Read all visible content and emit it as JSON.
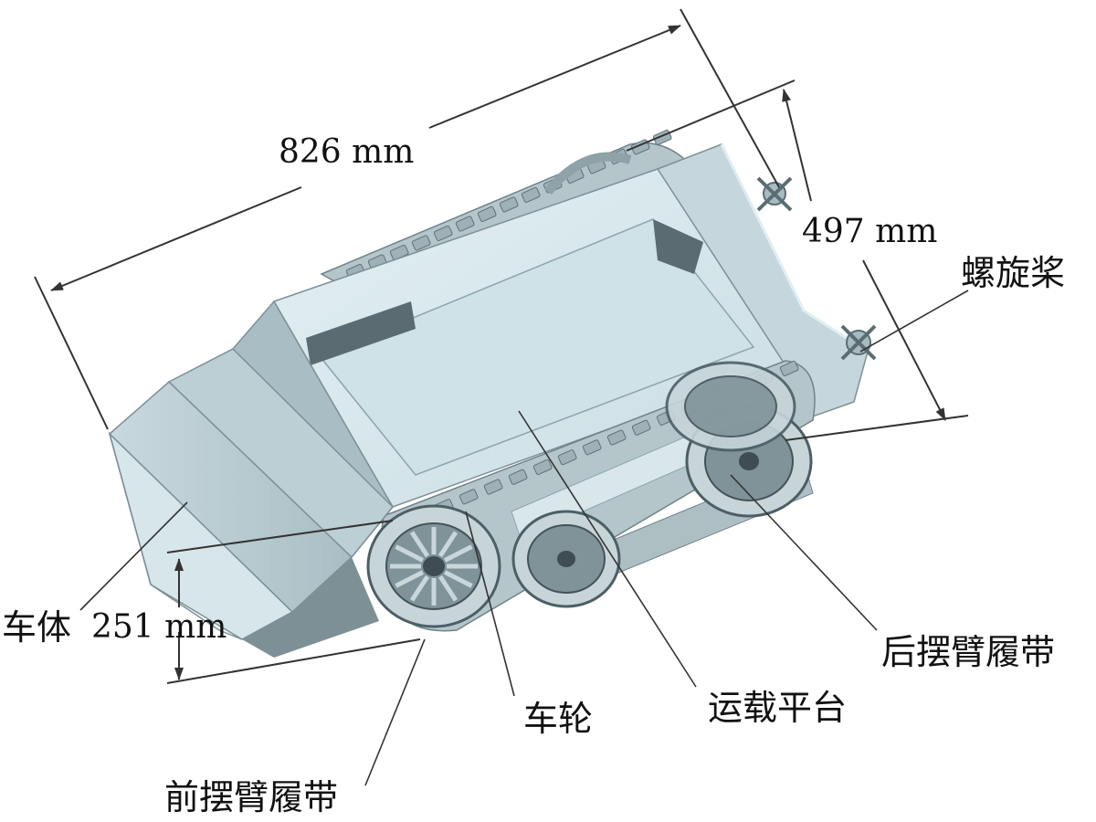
{
  "dimensions": {
    "length": "826 mm",
    "width": "497 mm",
    "height": "251 mm"
  },
  "labels": {
    "propeller": "螺旋桨",
    "body": "车体",
    "rear_track": "后摆臂履带",
    "platform": "运载平台",
    "wheel": "车轮",
    "front_track": "前摆臂履带"
  },
  "colors": {
    "body_light": "#d6e7ec",
    "body_mid": "#b7cbd1",
    "body_dark": "#7d9096",
    "line": "#333333"
  }
}
